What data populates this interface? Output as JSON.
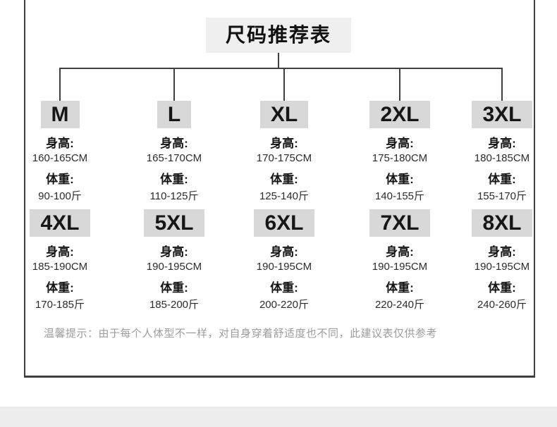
{
  "title": "尺码推荐表",
  "field_labels": {
    "height": "身高:",
    "weight": "体重:"
  },
  "sizes": [
    {
      "size": "M",
      "height": "160-165CM",
      "weight": "90-100斤"
    },
    {
      "size": "L",
      "height": "165-170CM",
      "weight": "110-125斤"
    },
    {
      "size": "XL",
      "height": "170-175CM",
      "weight": "125-140斤"
    },
    {
      "size": "2XL",
      "height": "175-180CM",
      "weight": "140-155斤"
    },
    {
      "size": "3XL",
      "height": "180-185CM",
      "weight": "155-170斤"
    },
    {
      "size": "4XL",
      "height": "185-190CM",
      "weight": "170-185斤"
    },
    {
      "size": "5XL",
      "height": "190-195CM",
      "weight": "185-200斤"
    },
    {
      "size": "6XL",
      "height": "190-195CM",
      "weight": "200-220斤"
    },
    {
      "size": "7XL",
      "height": "190-195CM",
      "weight": "220-240斤"
    },
    {
      "size": "8XL",
      "height": "190-195CM",
      "weight": "240-260斤"
    }
  ],
  "note": "温馨提示：由于每个人体型不一样，对自身穿着舒适度也不同，此建议表仅供参考",
  "colors": {
    "line": "#3f3f3f",
    "title_box_bg": "#efefef",
    "size_box_bg": "#d8d8d8",
    "note_text": "#9c9c9c",
    "bottom_bar_bg": "#ededed"
  }
}
